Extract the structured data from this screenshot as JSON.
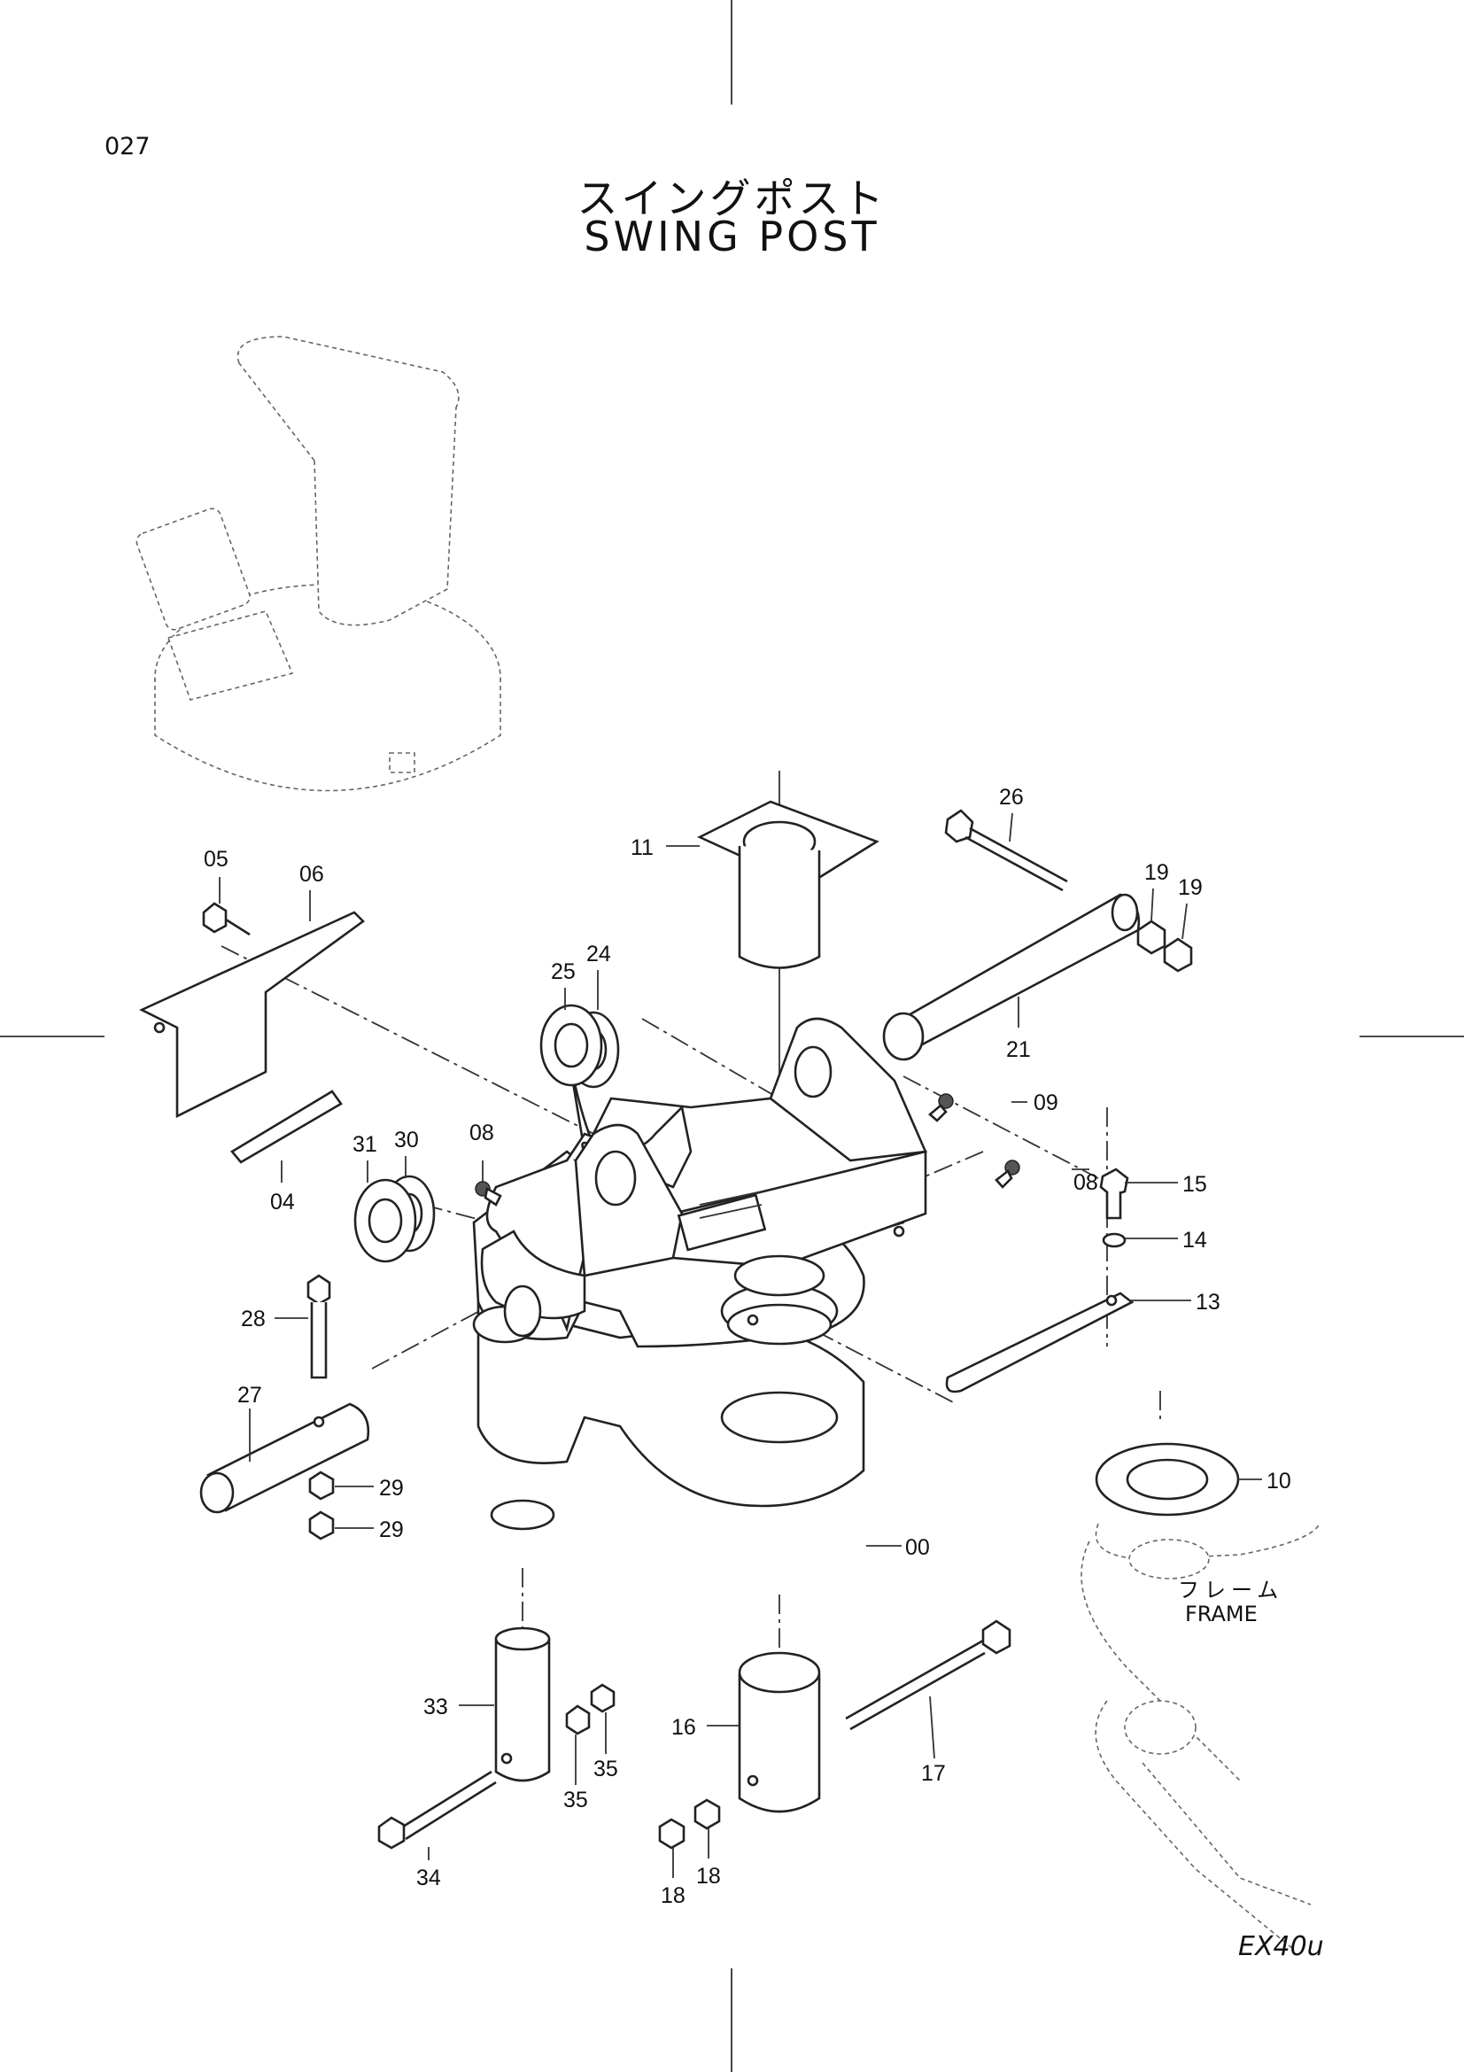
{
  "page_number": "027",
  "title_jp": "スイングポスト",
  "title_en": "SWING  POST",
  "model": "EX40u",
  "frame_label_jp": "フレーム",
  "frame_label_en": "FRAME",
  "callouts": [
    "05",
    "06",
    "04",
    "11",
    "26",
    "19",
    "19",
    "21",
    "25",
    "24",
    "09",
    "31",
    "30",
    "08",
    "08",
    "15",
    "14",
    "13",
    "28",
    "27",
    "29",
    "29",
    "10",
    "00",
    "33",
    "35",
    "35",
    "34",
    "16",
    "17",
    "18",
    "18"
  ]
}
